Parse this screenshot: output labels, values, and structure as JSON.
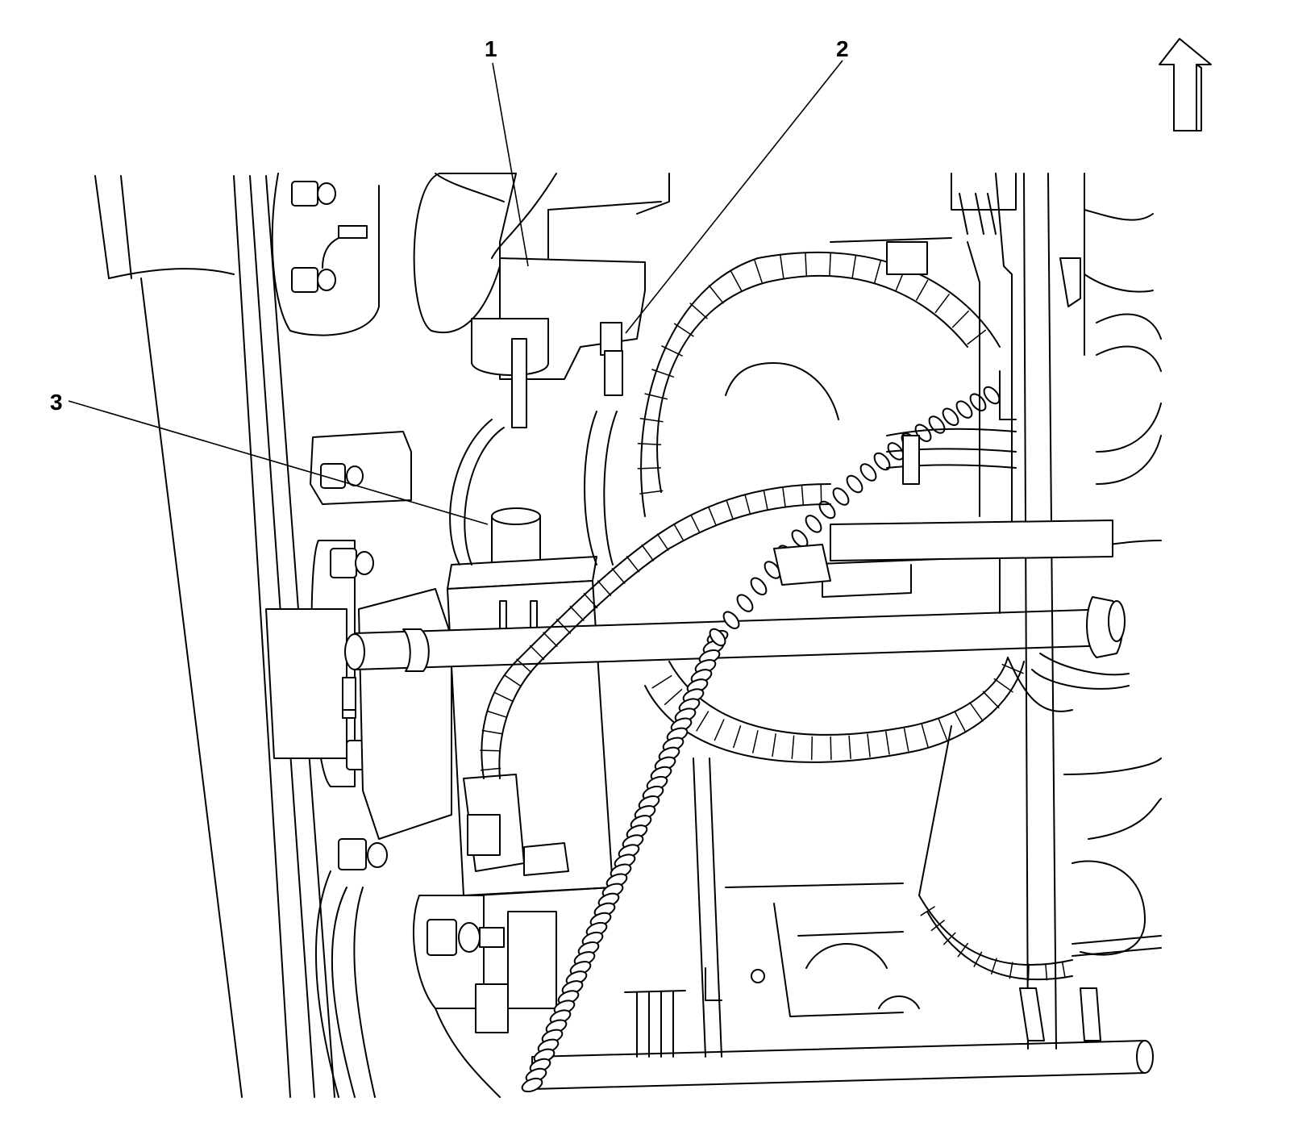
{
  "callouts": [
    {
      "id": "1",
      "label": "1"
    },
    {
      "id": "2",
      "label": "2"
    },
    {
      "id": "3",
      "label": "3"
    }
  ],
  "icons": {
    "orientation": "up-arrow-icon"
  }
}
